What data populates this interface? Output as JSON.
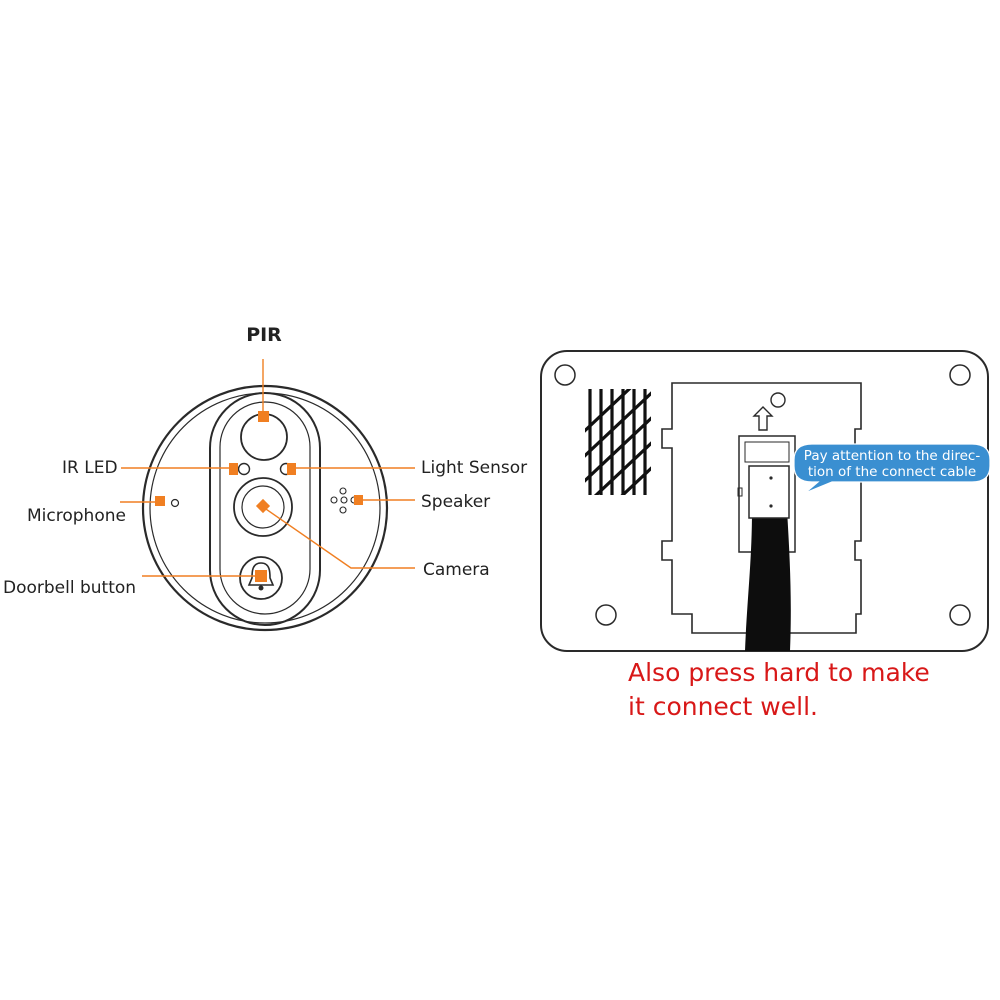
{
  "colors": {
    "accent": "#f07f22",
    "outline": "#2a2a2a",
    "callout": "#3a8fd1",
    "note": "#d81818"
  },
  "doorbell": {
    "labels": {
      "pir": "PIR",
      "ir_led": "IR LED",
      "light_sensor": "Light Sensor",
      "microphone": "Microphone",
      "speaker": "Speaker",
      "camera": "Camera",
      "doorbell_button": "Doorbell button"
    },
    "button_icon": "bell-icon"
  },
  "back_panel": {
    "arrow_icon": "up-arrow-icon",
    "callout": {
      "line1": "Pay attention to the direc-",
      "line2": "tion of the connect cable"
    }
  },
  "note": {
    "line1": "Also press hard to make",
    "line2": "it connect well."
  }
}
